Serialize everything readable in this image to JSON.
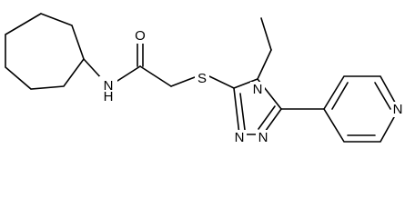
{
  "molecule": {
    "atoms": {
      "nh": "N",
      "h": "H",
      "o": "O",
      "s": "S",
      "n_ethyl": "N",
      "n_ring_lower_left": "N",
      "n_ring_lower_right": "N",
      "n_pyridine": "N"
    },
    "colors": {
      "bond": "#000000",
      "text": "#000000",
      "background": "#ffffff"
    }
  }
}
